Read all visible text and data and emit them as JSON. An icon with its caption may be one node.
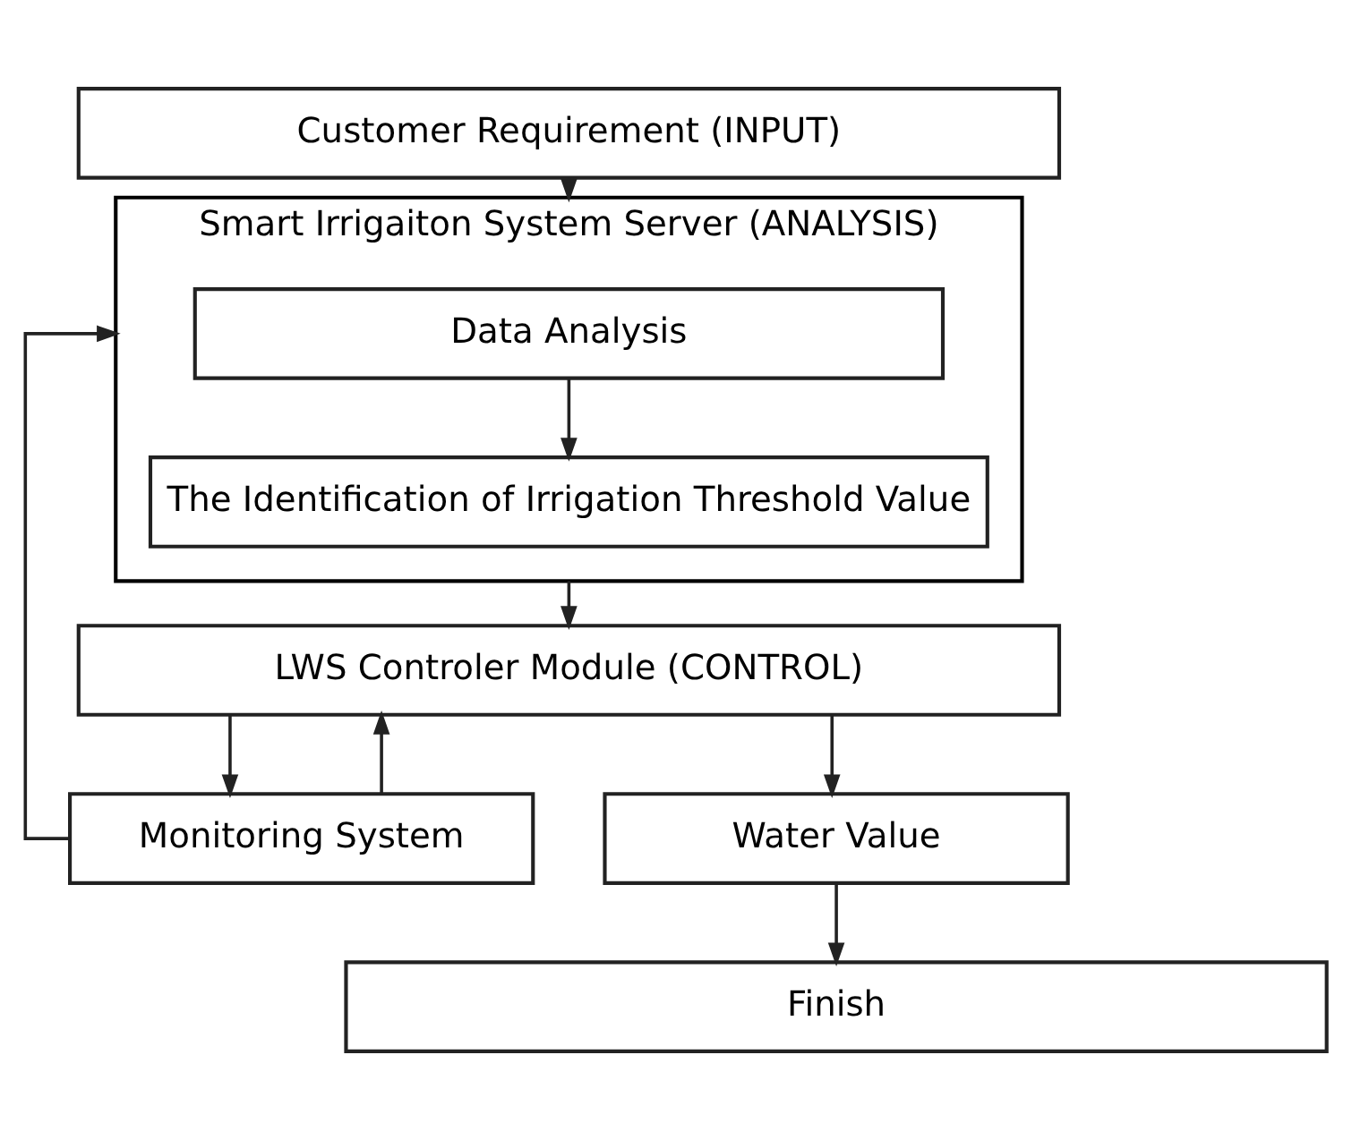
{
  "diagram": {
    "nodes": [
      {
        "text": [
          "Customer Requirement (INPUT)"
        ]
      },
      {
        "text": [
          "Smart Irrigaiton System Server (ANALYSIS)"
        ]
      },
      {
        "text": [
          "Data Analysis"
        ],
        "in": 1
      },
      {
        "text": [
          "The Identification of Irrigation Threshold Value"
        ],
        "in": 1
      },
      {
        "text": [
          "LWS Controler Module (CONTROL)"
        ]
      },
      {
        "text": [
          "Monitoring System"
        ]
      },
      {
        "text": [
          "Water Value"
        ]
      },
      {
        "text": [
          "Finish"
        ]
      }
    ],
    "edges": [
      {
        "from": 0,
        "to": 1,
        "arrow": "to"
      },
      {
        "from": 5,
        "to": 1,
        "arrow": "to"
      },
      {
        "from": 2,
        "to": 3,
        "arrow": "to"
      },
      {
        "from": 1,
        "to": 4,
        "arrow": "to"
      },
      {
        "from": 5,
        "to": 4,
        "arrow": "to"
      },
      {
        "from": 4,
        "to": 5,
        "arrow": "to"
      },
      {
        "from": 4,
        "to": 6,
        "arrow": "to"
      },
      {
        "from": 6,
        "to": 7,
        "arrow": "to"
      }
    ]
  }
}
